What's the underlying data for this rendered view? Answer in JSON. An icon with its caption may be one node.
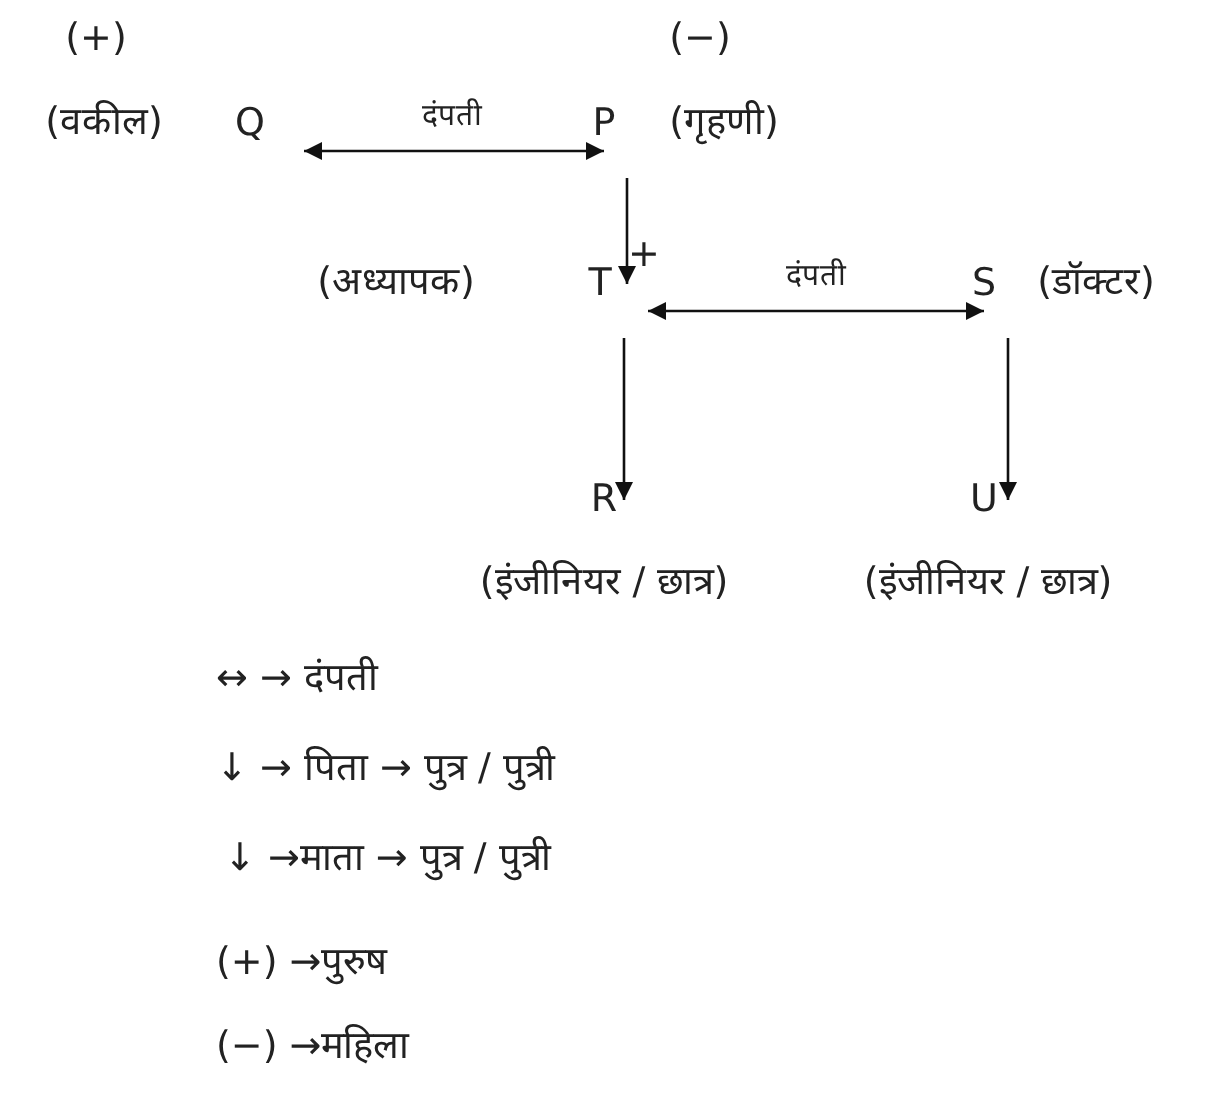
{
  "diagram": {
    "nodes": [
      {
        "text": [
          "Q"
        ],
        "beside": [
          "(+)",
          "(वकील)"
        ]
      },
      {
        "text": [
          "P"
        ],
        "beside": [
          "(−)",
          "(गृहणी)"
        ]
      },
      {
        "text": [
          "T"
        ],
        "beside": [
          "(अध्यापक)",
          "+"
        ]
      },
      {
        "text": [
          "S"
        ],
        "beside": [
          "(डॉक्टर)"
        ]
      },
      {
        "text": [
          "R"
        ],
        "beside": [
          "(इंजीनियर / छात्र)"
        ]
      },
      {
        "text": [
          "U"
        ],
        "beside": [
          "(इंजीनियर / छात्र)"
        ]
      }
    ],
    "edges": [
      {
        "from": 0,
        "to": 1,
        "arrow": "both",
        "label": "दंपती"
      },
      {
        "from": 1,
        "to": 2,
        "arrow": "to"
      },
      {
        "from": 2,
        "to": 3,
        "arrow": "both",
        "label": "दंपती"
      },
      {
        "from": 2,
        "to": 4,
        "arrow": "to"
      },
      {
        "from": 3,
        "to": 5,
        "arrow": "to"
      }
    ],
    "labels": [
      "↔ → दंपती",
      "↓ → पिता → पुत्र / पुत्री",
      "↓ →माता → पुत्र / पुत्री",
      "(+) →पुरुष",
      "(−) →महिला"
    ]
  }
}
